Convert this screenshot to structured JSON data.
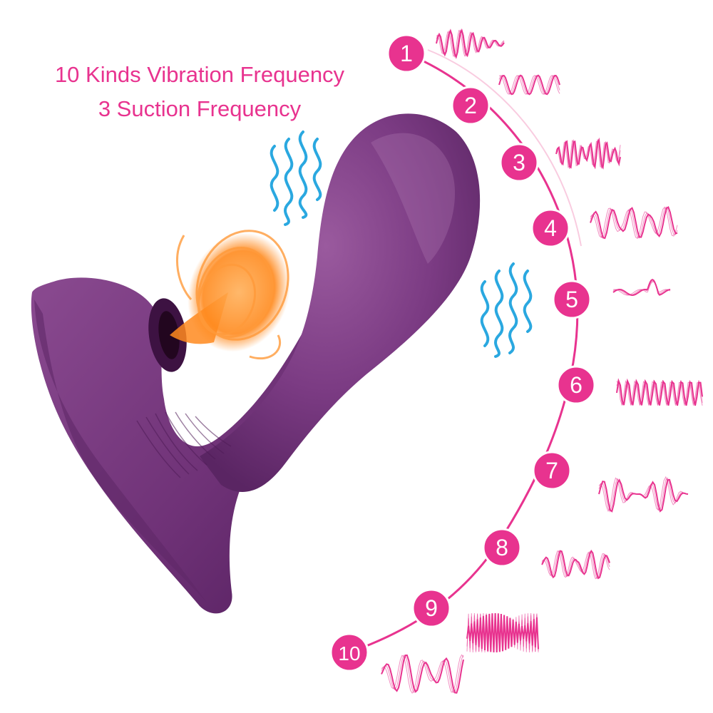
{
  "headline": {
    "line1": "10 Kinds Vibration Frequency",
    "line2": "3 Suction Frequency"
  },
  "modes": [
    {
      "label": "1",
      "pattern": "dense-spikes"
    },
    {
      "label": "2",
      "pattern": "steady-wave"
    },
    {
      "label": "3",
      "pattern": "noisy-burst"
    },
    {
      "label": "4",
      "pattern": "rising-pulses"
    },
    {
      "label": "5",
      "pattern": "single-peak"
    },
    {
      "label": "6",
      "pattern": "continuous-band"
    },
    {
      "label": "7",
      "pattern": "jagged-wave"
    },
    {
      "label": "8",
      "pattern": "pulse-groups"
    },
    {
      "label": "9",
      "pattern": "zigzag-burst"
    },
    {
      "label": "10",
      "pattern": "wave-clusters"
    }
  ],
  "icons": {
    "vibration": "vibration-waves-icon",
    "suction": "suction-swirl-icon"
  },
  "colors": {
    "accent_pink": "#e8338f",
    "device_purple": "#7b3b83",
    "vibration_blue": "#2aa8e0",
    "suction_orange": "#ff8a1e",
    "background": "#ffffff"
  }
}
